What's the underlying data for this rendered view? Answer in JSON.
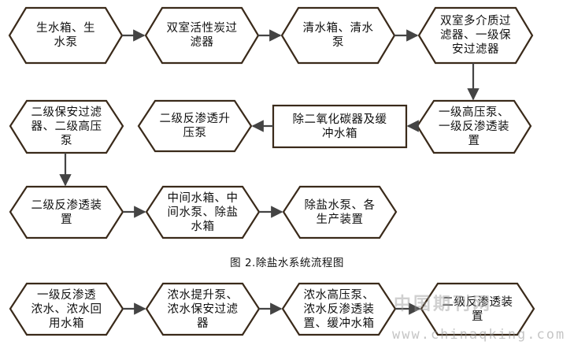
{
  "nodes": {
    "n1": "生水箱、生\n水泵",
    "n2": "双室活性炭过\n滤器",
    "n3": "清水箱、清水\n泵",
    "n4": "双室多介质过\n滤器、一级保\n安过滤器",
    "n5": "一级高压泵、\n一级反渗透装\n置",
    "n6": "除二氧化碳器及缓\n冲水箱",
    "n7": "二级反渗透升\n压泵",
    "n8": "二级保安过滤\n器、二级高压\n泵",
    "n9": "二级反渗透装\n置",
    "n10": "中间水箱、中\n间水泵、除盐\n水箱",
    "n11": "除盐水泵、各\n生产装置",
    "m1": "一级反渗透\n浓水、浓水回\n用水箱",
    "m2": "浓水提升泵、\n浓水保安过滤\n器",
    "m3": "浓水高压泵、\n浓水反渗透装\n置、缓冲水箱",
    "m4": "二级反渗透装\n置"
  },
  "caption": "图 2.除盐水系统流程图",
  "watermark": {
    "site_cn": "中国期刊网",
    "url": "www.chinaqking.com"
  },
  "colors": {
    "stroke": "#3a2a1a",
    "arrow": "#444444",
    "text": "#111111"
  }
}
